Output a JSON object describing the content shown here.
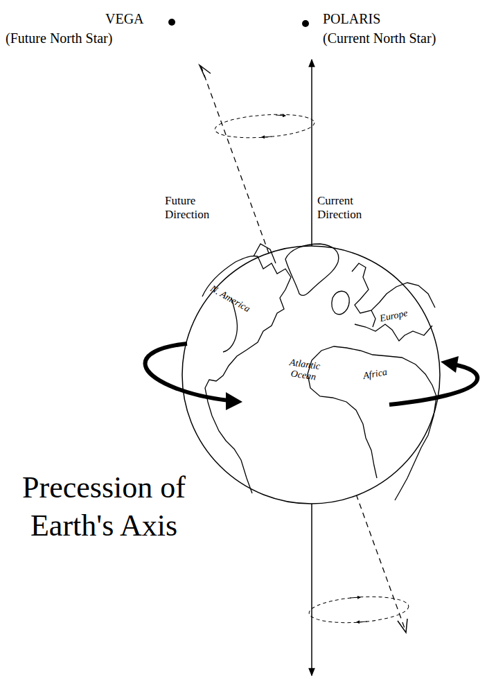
{
  "diagram": {
    "title": "Precession of Earth's Axis",
    "labels": [
      "VEGA",
      "(Future North Star)",
      "POLARIS",
      "(Current North Star)",
      "Future Direction",
      "Current Direction",
      "N. America",
      "Atlantic Ocean",
      "Europe",
      "Africa"
    ]
  }
}
